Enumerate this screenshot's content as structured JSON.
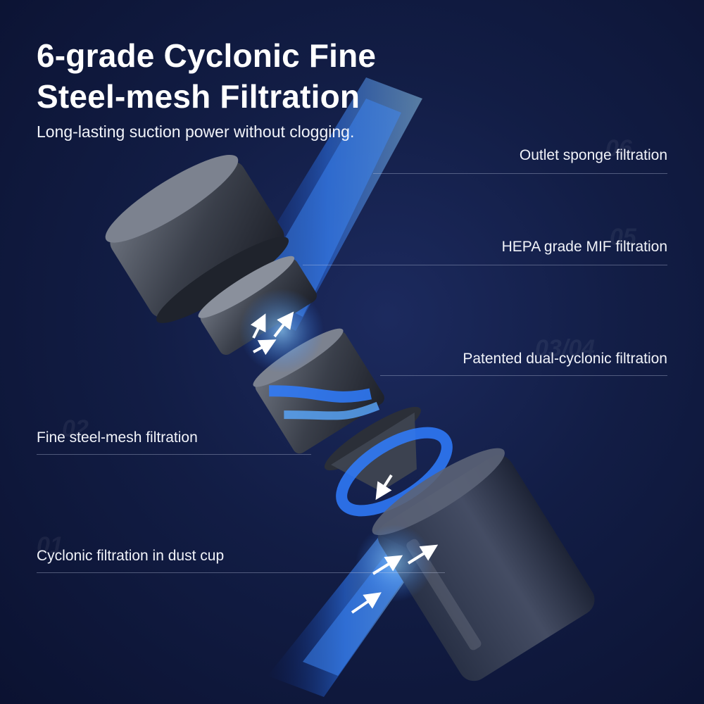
{
  "headline": {
    "line1": "6-grade Cyclonic Fine",
    "line2": "Steel-mesh Filtration"
  },
  "subtitle": "Long-lasting suction power without clogging.",
  "callouts": {
    "outlet": {
      "label": "Outlet sponge filtration",
      "number": "06"
    },
    "hepa": {
      "label": "HEPA grade MIF filtration",
      "number": "05"
    },
    "dual": {
      "label": "Patented dual-cyclonic filtration",
      "number": "03/04"
    },
    "mesh": {
      "label": "Fine steel-mesh filtration",
      "number": "02"
    },
    "dustcup": {
      "label": "Cyclonic filtration in dust cup",
      "number": "01"
    }
  },
  "colors": {
    "background": "#121d45",
    "airflow": "#2f7dff",
    "airflow_glow": "#8fd0ff",
    "metal": "#3a3f4a"
  },
  "icons": [
    "airflow-arrow-icon"
  ]
}
